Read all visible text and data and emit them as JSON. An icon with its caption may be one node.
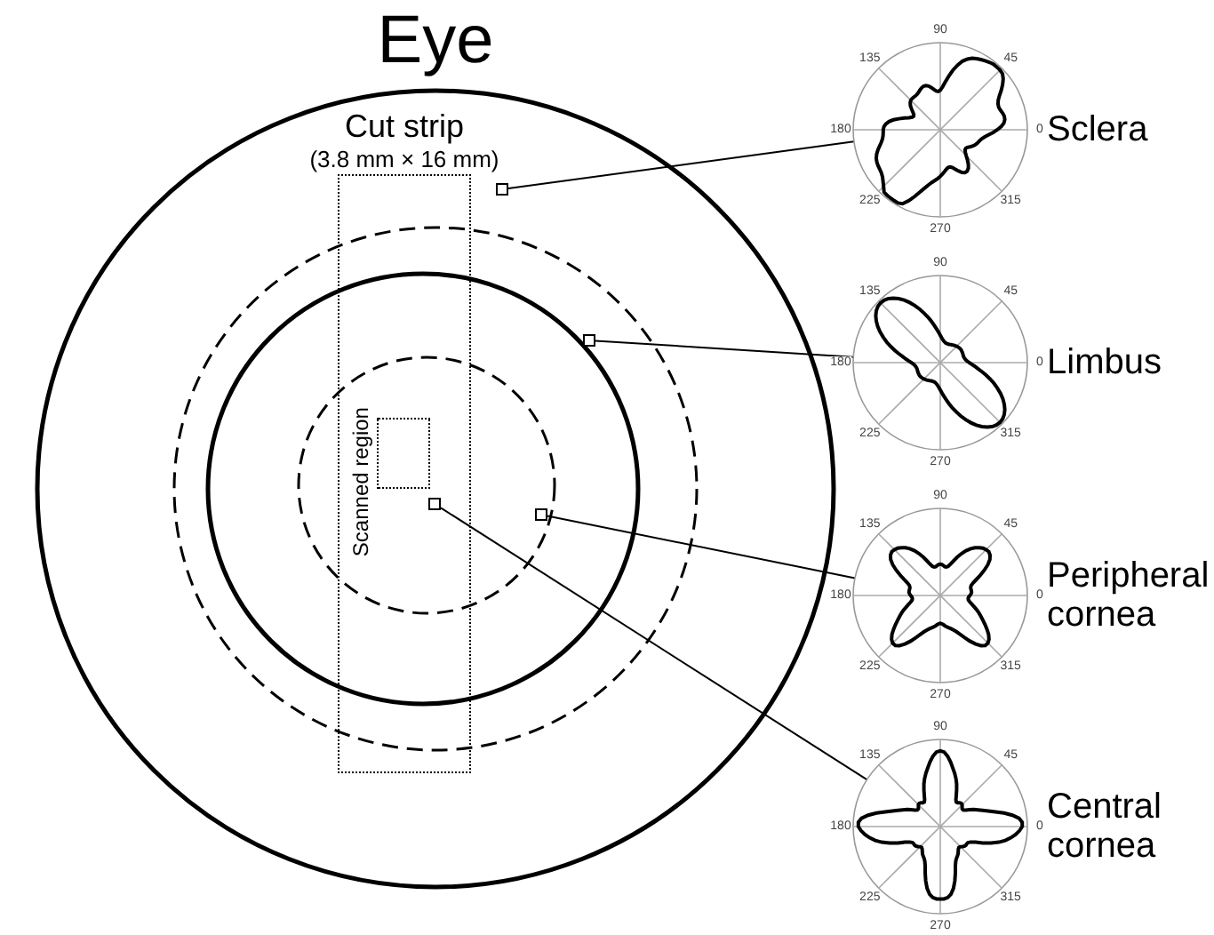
{
  "diagram": {
    "nodes": [
      {
        "text": [
          "Eye"
        ]
      },
      {
        "text": [
          "Cut strip",
          "(3.8 mm × 16 mm)"
        ],
        "in": 0
      },
      {
        "text": [
          "Scanned region"
        ],
        "in": 1
      },
      {
        "text": [],
        "shape": "box",
        "in": 0
      },
      {
        "text": [],
        "shape": "box",
        "in": 0
      },
      {
        "text": [],
        "shape": "box",
        "in": 0
      },
      {
        "text": [],
        "shape": "box",
        "in": 1
      },
      {
        "text": [
          "Sclera"
        ],
        "beside": [
          "90",
          "135",
          "45",
          "180",
          "0",
          "225",
          "315",
          "270"
        ]
      },
      {
        "text": [
          "Limbus"
        ],
        "beside": [
          "90",
          "135",
          "45",
          "180",
          "0",
          "225",
          "315",
          "270"
        ]
      },
      {
        "text": [
          "Peripheral cornea"
        ],
        "beside": [
          "90",
          "135",
          "45",
          "180",
          "0",
          "225",
          "315",
          "270"
        ]
      },
      {
        "text": [
          "Central cornea"
        ],
        "beside": [
          "90",
          "135",
          "45",
          "180",
          "0",
          "225",
          "315",
          "270"
        ]
      }
    ],
    "edges": [
      {
        "from": 3,
        "to": 7,
        "arrow": "none"
      },
      {
        "from": 4,
        "to": 8,
        "arrow": "none"
      },
      {
        "from": 5,
        "to": 9,
        "arrow": "none"
      },
      {
        "from": 6,
        "to": 10,
        "arrow": "none"
      }
    ]
  }
}
